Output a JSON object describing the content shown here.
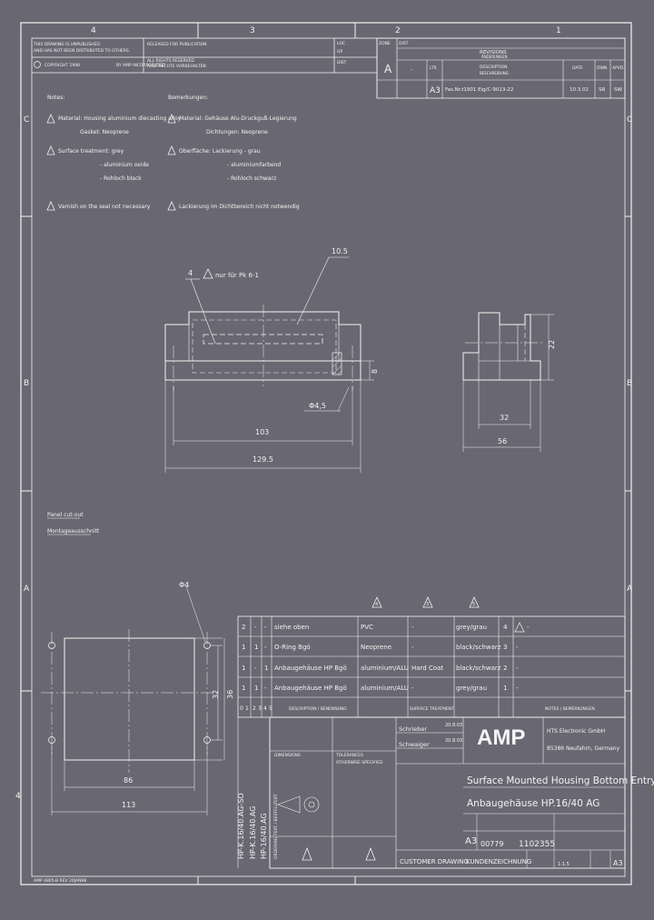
{
  "zones_top": [
    "4",
    "3",
    "2",
    "1"
  ],
  "zones_side": [
    "C",
    "B",
    "A"
  ],
  "zones_side_bottom": [
    "4"
  ],
  "header": {
    "notice_1": "THIS DRAWING IS UNPUBLISHED.",
    "notice_2": "AND HAS NOT BEEN DISTRIBUTED TO OTHERS.",
    "notice_3": "COPYRIGHT 1998",
    "notice_4": "BY AMP INCORPORATED",
    "release_1": "RELEASED FOR PUBLICATION",
    "release_2": "ALL RIGHTS RESERVED",
    "release_3": "ALLE RECHTE VORBEHALTEN",
    "loc_label": "LOC",
    "loc_value": "GP",
    "dist_label": "DIST",
    "zone_label": "ZONE",
    "revisions": "REVISIONS",
    "revisions_sub": "ÄNDERUNGEN",
    "rev_letter": "A",
    "ltr": "LTR",
    "desc_header": "DESCRIPTION",
    "desc_header_de": "BESCHREIBUNG",
    "date_header": "DATE",
    "dwn_header": "DWN",
    "apvd_header": "APVD",
    "rev_row_letter": "A3",
    "rev_row_desc": "Fas.Nr.t1901 Eig/C-9013-22",
    "rev_row_date": "10.3.02",
    "rev_row_dwn": "SR",
    "rev_row_apvd": "SW"
  },
  "notes": {
    "left_heading": "Notes:",
    "right_heading": "Bemerkungen:",
    "n1_en": "Material: Housing aluminium diecasting alloy",
    "n1_en_b": "Gasket: Neoprene",
    "n1_de": "Material: Gehäuse Alu-Druckguß-Legierung",
    "n1_de_b": "Dichtungen: Neoprene",
    "n2_en": "Surface treatment: grey",
    "n2_en_b": "- aluminium oxide",
    "n2_en_c": "- Rohloch black",
    "n2_de": "Oberfläche: Lackierung - grau",
    "n2_de_b": "- aluminiumfarbend",
    "n2_de_c": "- Rohloch schwarz",
    "n3_en": "Varnish on the seal not necessary",
    "n3_de": "Lackierung im Dichtbereich nicht notwendig",
    "triangle_mark": "1"
  },
  "front_view": {
    "callout_4": "4",
    "callout_note": "nur für Pk 6-1",
    "dim_10_5": "10.5",
    "dim_8": "8",
    "dim_dia": "Φ4,5",
    "dim_103": "103",
    "dim_129": "129.5"
  },
  "side_view": {
    "dim_22": "22",
    "dim_32": "32",
    "dim_56": "56"
  },
  "cutout": {
    "label_en": "Panel cut-out",
    "label_de": "Montageausschnitt",
    "dim_hole": "Φ4",
    "dim_32": "32",
    "dim_36": "36",
    "dim_86": "86",
    "dim_113": "113"
  },
  "parts_table": {
    "tri_labels": [
      "4",
      "3",
      "5"
    ],
    "rows": [
      {
        "qty": "2",
        "a": "-",
        "b": "-",
        "name": "siehe oben",
        "mat": "PVC",
        "finish": "-",
        "color": "grey/grau",
        "item": "4",
        "rev": "-"
      },
      {
        "qty": "1",
        "a": "1",
        "b": "-",
        "name": "O-Ring Bgö",
        "mat": "Neoprene",
        "finish": "-",
        "color": "black/schwarz",
        "item": "3",
        "rev": "-"
      },
      {
        "qty": "1",
        "a": "-",
        "b": "1",
        "name": "Anbaugehäuse HP Bgö",
        "mat": "aluminium/ALU",
        "finish": "Hard Coat",
        "color": "black/schwarz",
        "item": "2",
        "rev": "-"
      },
      {
        "qty": "1",
        "a": "1",
        "b": "-",
        "name": "Anbaugehäuse HP Bgö",
        "mat": "aluminium/ALU",
        "finish": "-",
        "color": "grey/grau",
        "item": "1",
        "rev": "-"
      }
    ],
    "footer_cols": [
      "0",
      "1",
      "2",
      "3",
      "4",
      "5"
    ],
    "footer_desc": "DESCRIPTION / BENENNUNG",
    "footer_finish": "SURFACE TREATMENT",
    "footer_notes": "NOTES / BEMERKUNGEN"
  },
  "title_block": {
    "dwn_name": "Schrieber",
    "dwn_date": "20.8.03",
    "chk_name": "Schwaiger",
    "chk_date": "20.8.03",
    "logo": "AMP",
    "company": "HTS Electronic GmbH",
    "address": "85386 Neufahrn, Germany",
    "title_en": "Surface Mounted Housing Bottom Entry",
    "title_de": "Anbaugehäuse HP.16/40 AG",
    "dimensions": "DIMENSIONS",
    "tolerances": "TOLERANCES",
    "tol_text": "OTHERWISE SPECIFIED",
    "size": "A3",
    "cage": "00779",
    "dwg_no": "1102355",
    "scale": "1:1.5",
    "sheet": "A3",
    "customer_drawing": "CUSTOMER DRAWING",
    "kunden_zeichnung": "KUNDENZEICHNUNG",
    "doc_label": "AMP 4805-B REV 20JAN98",
    "vertical_1": "HP-K.16/40.AG-SO",
    "vertical_2": "HP-K.16/40.AG",
    "vertical_3": "HP-16/40.AG",
    "vertical_4": "ORDERING TEXT / BESTELLTEXT"
  }
}
